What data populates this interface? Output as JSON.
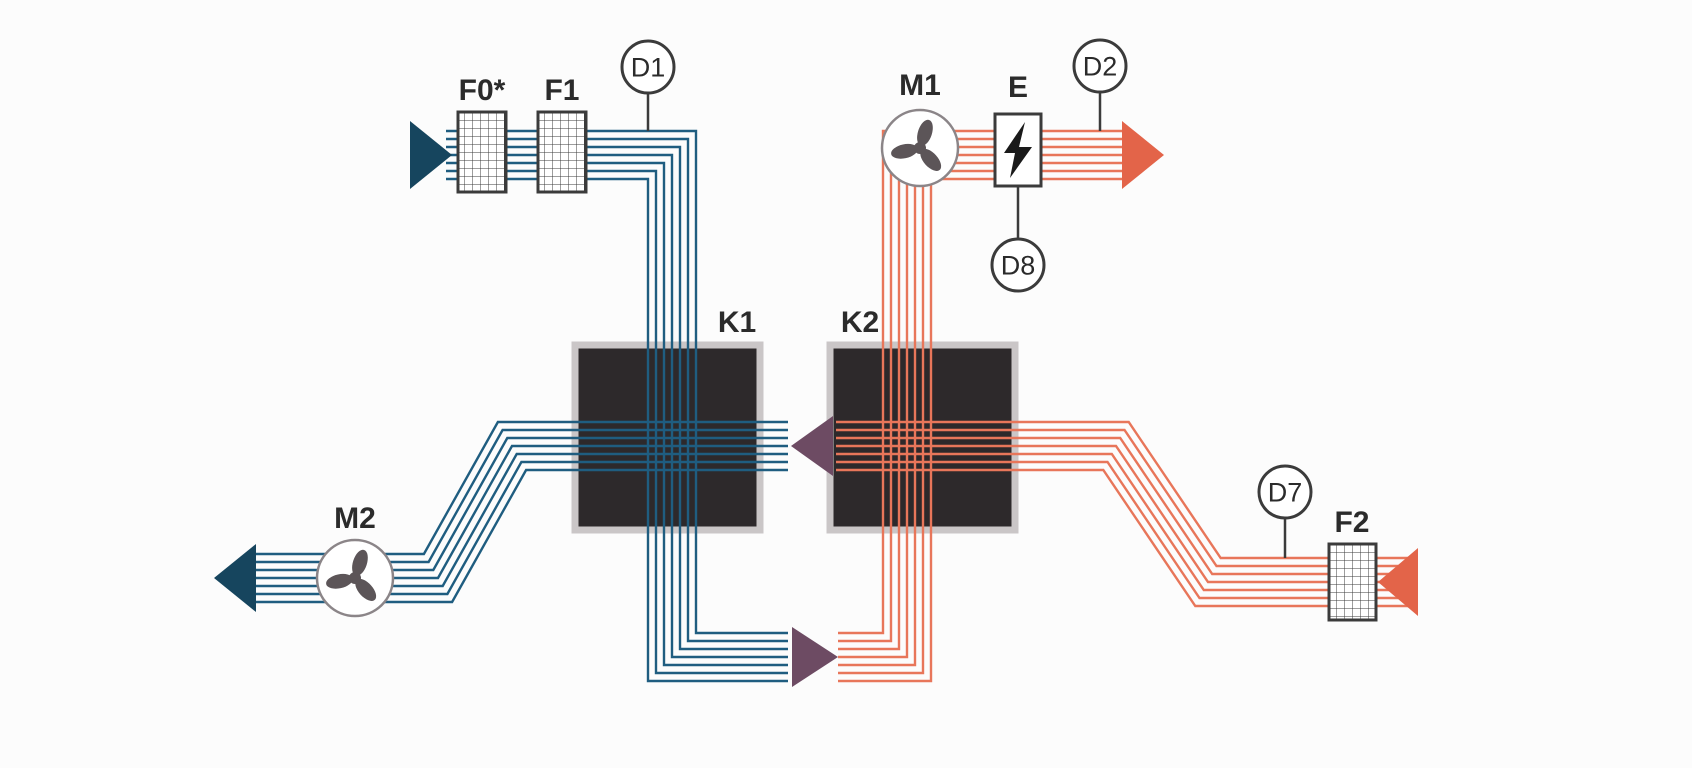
{
  "colors": {
    "background": "#fcfcfc",
    "cold_flow": "#1f5d80",
    "cold_arrow": "#16455e",
    "warm_flow": "#e8765a",
    "warm_arrow": "#e36449",
    "mixed_arrow": "#6d4b63",
    "block_fill": "#2d292b",
    "block_border": "#cac6c7",
    "component_outline": "#3b3b3b",
    "label_text": "#2b2b2b",
    "fan_blade": "#5c5558",
    "fan_ring": "#8b8588"
  },
  "icons": {
    "fan_icon": "propeller",
    "heater_icon": "lightning-bolt",
    "filter_icon": "grid-hatch"
  },
  "components": {
    "f0": {
      "label": "F0*"
    },
    "f1": {
      "label": "F1"
    },
    "d1": {
      "label": "D1"
    },
    "m1": {
      "label": "M1"
    },
    "e": {
      "label": "E"
    },
    "d2": {
      "label": "D2"
    },
    "d8": {
      "label": "D8"
    },
    "k1": {
      "label": "K1"
    },
    "k2": {
      "label": "K2"
    },
    "d7": {
      "label": "D7"
    },
    "f2": {
      "label": "F2"
    },
    "m2": {
      "label": "M2"
    }
  }
}
